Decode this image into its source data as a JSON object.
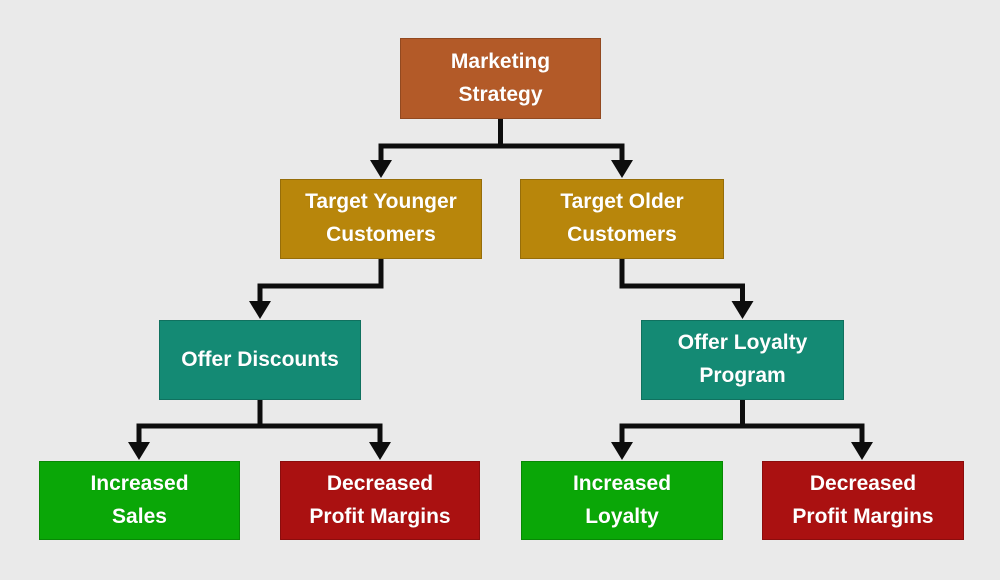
{
  "diagram": {
    "background_color": "#eaeaea",
    "connector_color": "#0d0d0d",
    "text_color": "#ffffff",
    "nodes": {
      "marketing": {
        "label": "Marketing\nStrategy",
        "color": "#b35a28"
      },
      "younger": {
        "label": "Target Younger\nCustomers",
        "color": "#b8860b"
      },
      "older": {
        "label": "Target Older\nCustomers",
        "color": "#b8860b"
      },
      "discounts": {
        "label": "Offer Discounts",
        "color": "#148a74"
      },
      "loyalty_program": {
        "label": "Offer Loyalty\nProgram",
        "color": "#148a74"
      },
      "increased_sales": {
        "label": "Increased\nSales",
        "color": "#0aa707"
      },
      "decreased_margins_left": {
        "label": "Decreased\nProfit Margins",
        "color": "#aa1111"
      },
      "increased_loyalty": {
        "label": "Increased\nLoyalty",
        "color": "#0aa707"
      },
      "decreased_margins_right": {
        "label": "Decreased\nProfit Margins",
        "color": "#aa1111"
      }
    },
    "edges": [
      "marketing->younger",
      "marketing->older",
      "younger->discounts",
      "older->loyalty_program",
      "discounts->increased_sales",
      "discounts->decreased_margins_left",
      "loyalty_program->increased_loyalty",
      "loyalty_program->decreased_margins_right"
    ]
  }
}
